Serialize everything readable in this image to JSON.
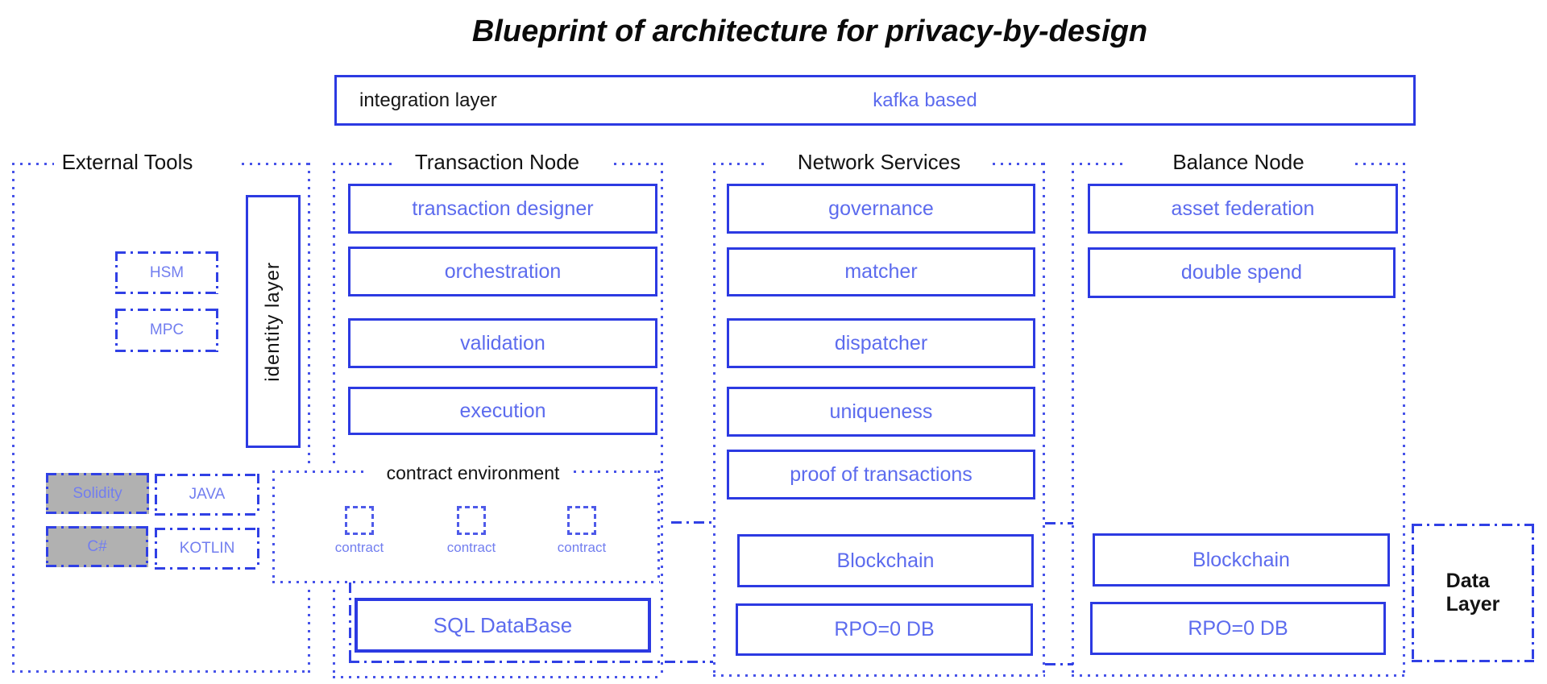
{
  "title": "Blueprint of architecture for privacy-by-design",
  "integration_layer": {
    "label": "integration layer",
    "note": "kafka based"
  },
  "external_tools": {
    "heading": "External Tools",
    "identity_layer_label": "identity layer",
    "hsm": "HSM",
    "mpc": "MPC",
    "solidity": "Solidity",
    "java": "JAVA",
    "csharp": "C#",
    "kotlin": "KOTLIN"
  },
  "transaction_node": {
    "heading": "Transaction Node",
    "boxes": [
      "transaction designer",
      "orchestration",
      "validation",
      "execution"
    ],
    "contract_environment": {
      "heading": "contract environment",
      "contract_label": "contract"
    },
    "sql_database": "SQL DataBase"
  },
  "network_services": {
    "heading": "Network Services",
    "boxes": [
      "governance",
      "matcher",
      "dispatcher",
      "uniqueness",
      "proof of transactions"
    ],
    "blockchain": "Blockchain",
    "rpo_db": "RPO=0 DB"
  },
  "balance_node": {
    "heading": "Balance Node",
    "boxes": [
      "asset federation",
      "double spend"
    ],
    "blockchain": "Blockchain",
    "rpo_db": "RPO=0 DB"
  },
  "data_layer": {
    "line1": "Data",
    "line2": "Layer"
  },
  "colors": {
    "solid_border": "#2c3ae2",
    "dotted_border": "#4753e9",
    "dash_dot_line": "#3040e5",
    "label_text": "#5c6bee",
    "small_label_text": "#727eef",
    "heading_text": "#131313",
    "gray_fill": "#b1b1b1",
    "background": "#ffffff"
  }
}
